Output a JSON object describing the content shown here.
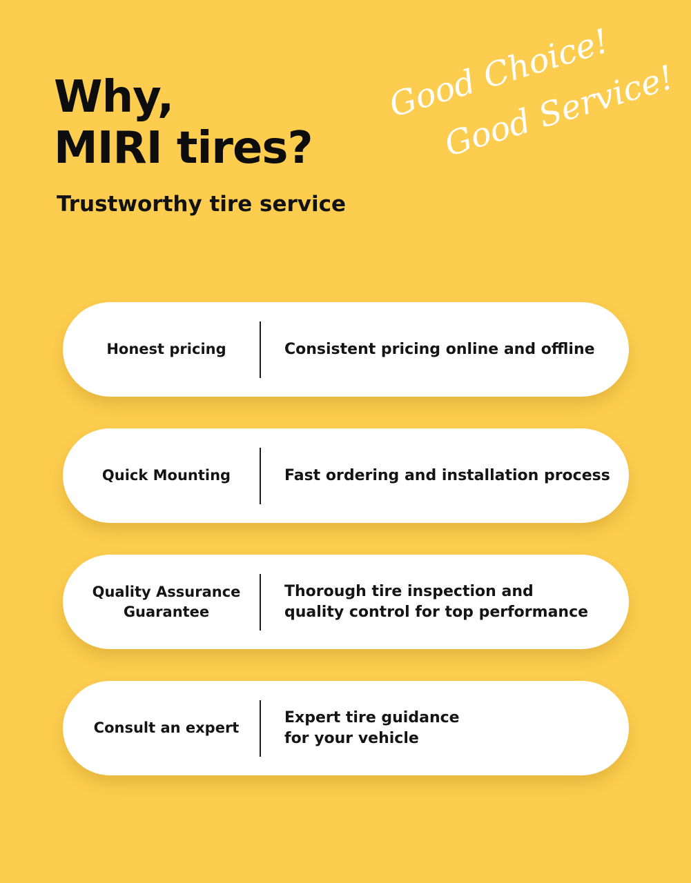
{
  "headline": {
    "line1": "Why,",
    "line2": "MIRI tires?"
  },
  "subtitle": "Trustworthy tire service",
  "slogan": {
    "line1": "Good Choice!",
    "line2": "Good Service!"
  },
  "features": [
    {
      "title": "Honest pricing",
      "description": "Consistent pricing online and offline"
    },
    {
      "title": "Quick Mounting",
      "description": "Fast ordering and installation process"
    },
    {
      "title": "Quality Assurance\nGuarantee",
      "description": "Thorough tire inspection and\nquality control for top performance"
    },
    {
      "title": "Consult an expert",
      "description": "Expert tire guidance\nfor your vehicle"
    }
  ],
  "colors": {
    "background": "#fdcd4f",
    "card": "#ffffff",
    "text": "#111111",
    "slogan": "#ffffff"
  }
}
